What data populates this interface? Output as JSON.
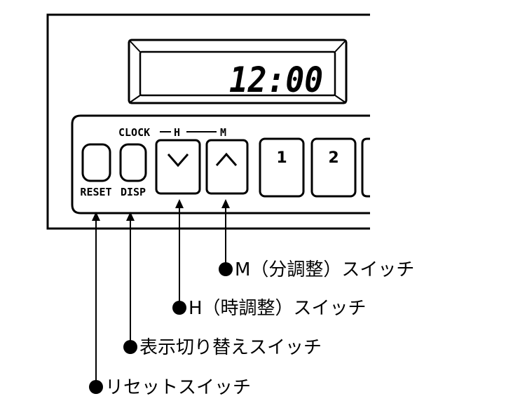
{
  "display": {
    "time": "12:00"
  },
  "panel": {
    "mode_label": {
      "clock": "CLOCK",
      "h": "H",
      "m": "M"
    },
    "buttons": {
      "reset": "RESET",
      "disp": "DISP",
      "preset1": "1",
      "preset2": "2"
    }
  },
  "callouts": {
    "m_adjust": "M（分調整）スイッチ",
    "h_adjust": "H（時調整）スイッチ",
    "display_switch": "表示切り替えスイッチ",
    "reset_switch": "リセットスイッチ"
  },
  "icons": {
    "down": "chevron-down-icon",
    "up": "chevron-up-icon"
  }
}
